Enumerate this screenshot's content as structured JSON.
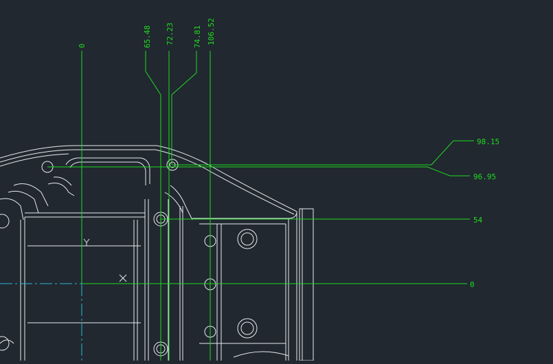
{
  "colors": {
    "background": "#212830",
    "geometry": "#e8ecf0",
    "dimension": "#1fdc1f",
    "centerline": "#2ab7d8"
  },
  "dimensions": {
    "vertical": [
      "0",
      "65.48",
      "72.23",
      "74.81",
      "106.52"
    ],
    "horizontal": [
      "98.15",
      "96.95",
      "54",
      "0"
    ]
  },
  "ucs": {
    "x_label": "X",
    "y_label": "Y"
  }
}
